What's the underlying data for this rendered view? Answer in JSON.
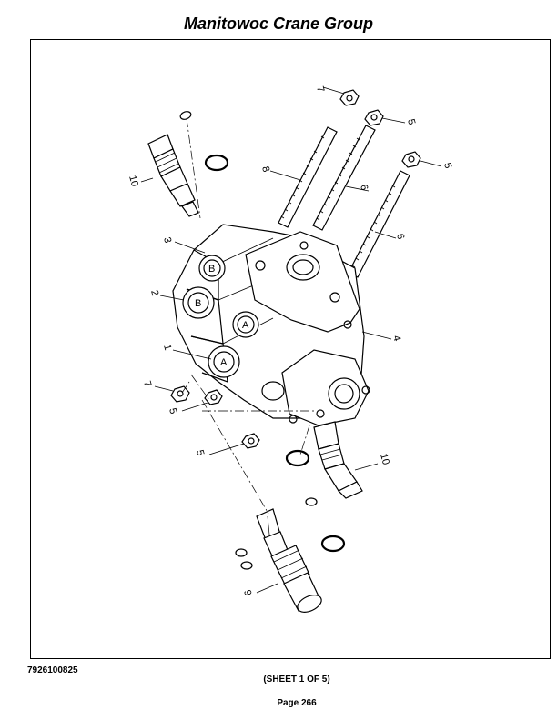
{
  "header": {
    "title": "Manitowoc Crane Group"
  },
  "diagram": {
    "callouts": {
      "c1": "1",
      "c2": "2",
      "c3": "3",
      "c4": "4",
      "c5a": "5",
      "c5b": "5",
      "c5c": "5",
      "c5d": "5",
      "c6a": "6",
      "c6b": "6",
      "c7a": "7",
      "c7b": "7",
      "c8": "8",
      "c9": "9",
      "c10a": "10",
      "c10b": "10"
    },
    "port_labels": {
      "p1": "B",
      "p2": "B",
      "p3": "A",
      "p4": "A"
    }
  },
  "footer": {
    "figure_id": "7926100825",
    "sheet": "(SHEET 1 OF 5)",
    "page": "Page 266"
  }
}
